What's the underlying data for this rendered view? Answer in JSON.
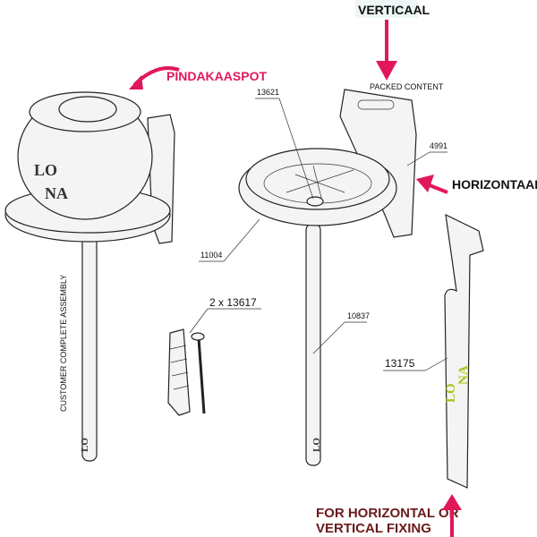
{
  "callouts": {
    "vertical": "VERTICAAL",
    "horizontal": "HORIZONTAAL",
    "product": "PINDAKAASPOT",
    "fixing_line1": "FOR HORIZONTAL OR",
    "fixing_line2": "VERTICAL FIXING"
  },
  "labels": {
    "packed_content": "PACKED CONTENT",
    "assembly": "CUSTOMER COMPLETE ASSEMBLY",
    "part_13621": "13621",
    "part_4991": "4991",
    "part_11004": "11004",
    "part_13617": "2 x 13617",
    "part_10837": "10837",
    "part_13175": "13175"
  },
  "logo": {
    "line1": "LO",
    "line2": "NA"
  },
  "colors": {
    "accent": "#e0185a",
    "dark_red": "#6b1a1a",
    "logo_green": "#a7c520"
  }
}
